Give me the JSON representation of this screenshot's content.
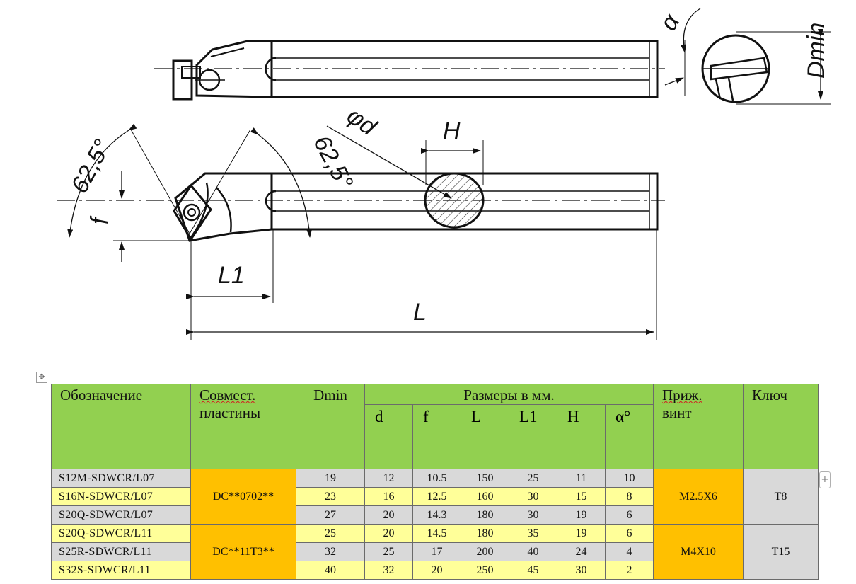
{
  "drawing": {
    "labels": {
      "alpha": "α",
      "dmin": "Dmin",
      "phi_d": "φd",
      "h": "H",
      "angle_left": "62,5°",
      "angle_right": "62,5°",
      "f": "f",
      "l1": "L1",
      "l": "L"
    }
  },
  "table": {
    "headers": {
      "designation": "Обозначение",
      "compat_line1": "Совмест.",
      "compat_line2": "пластины",
      "dmin": "Dmin",
      "dims": "Размеры в мм.",
      "d": "d",
      "f": "f",
      "L": "L",
      "L1": "L1",
      "H": "H",
      "alpha": "α°",
      "screw_line1": "Приж.",
      "screw_line2": "винт",
      "key": "Ключ"
    },
    "groups": [
      {
        "insert": "DC**0702**",
        "screw": "M2.5X6",
        "key": "T8",
        "rows": [
          {
            "code": "S12M-SDWCR/L07",
            "dmin": "19",
            "d": "12",
            "f": "10.5",
            "L": "150",
            "L1": "25",
            "H": "11",
            "alpha": "10"
          },
          {
            "code": "S16N-SDWCR/L07",
            "dmin": "23",
            "d": "16",
            "f": "12.5",
            "L": "160",
            "L1": "30",
            "H": "15",
            "alpha": "8"
          },
          {
            "code": "S20Q-SDWCR/L07",
            "dmin": "27",
            "d": "20",
            "f": "14.3",
            "L": "180",
            "L1": "30",
            "H": "19",
            "alpha": "6"
          }
        ]
      },
      {
        "insert": "DC**11T3**",
        "screw": "M4X10",
        "key": "T15",
        "rows": [
          {
            "code": "S20Q-SDWCR/L11",
            "dmin": "25",
            "d": "20",
            "f": "14.5",
            "L": "180",
            "L1": "35",
            "H": "19",
            "alpha": "6"
          },
          {
            "code": "S25R-SDWCR/L11",
            "dmin": "32",
            "d": "25",
            "f": "17",
            "L": "200",
            "L1": "40",
            "H": "24",
            "alpha": "4"
          },
          {
            "code": "S32S-SDWCR/L11",
            "dmin": "40",
            "d": "32",
            "f": "20",
            "L": "250",
            "L1": "45",
            "H": "30",
            "alpha": "2"
          }
        ]
      }
    ]
  },
  "handles": {
    "move": "✥",
    "add": "+"
  }
}
